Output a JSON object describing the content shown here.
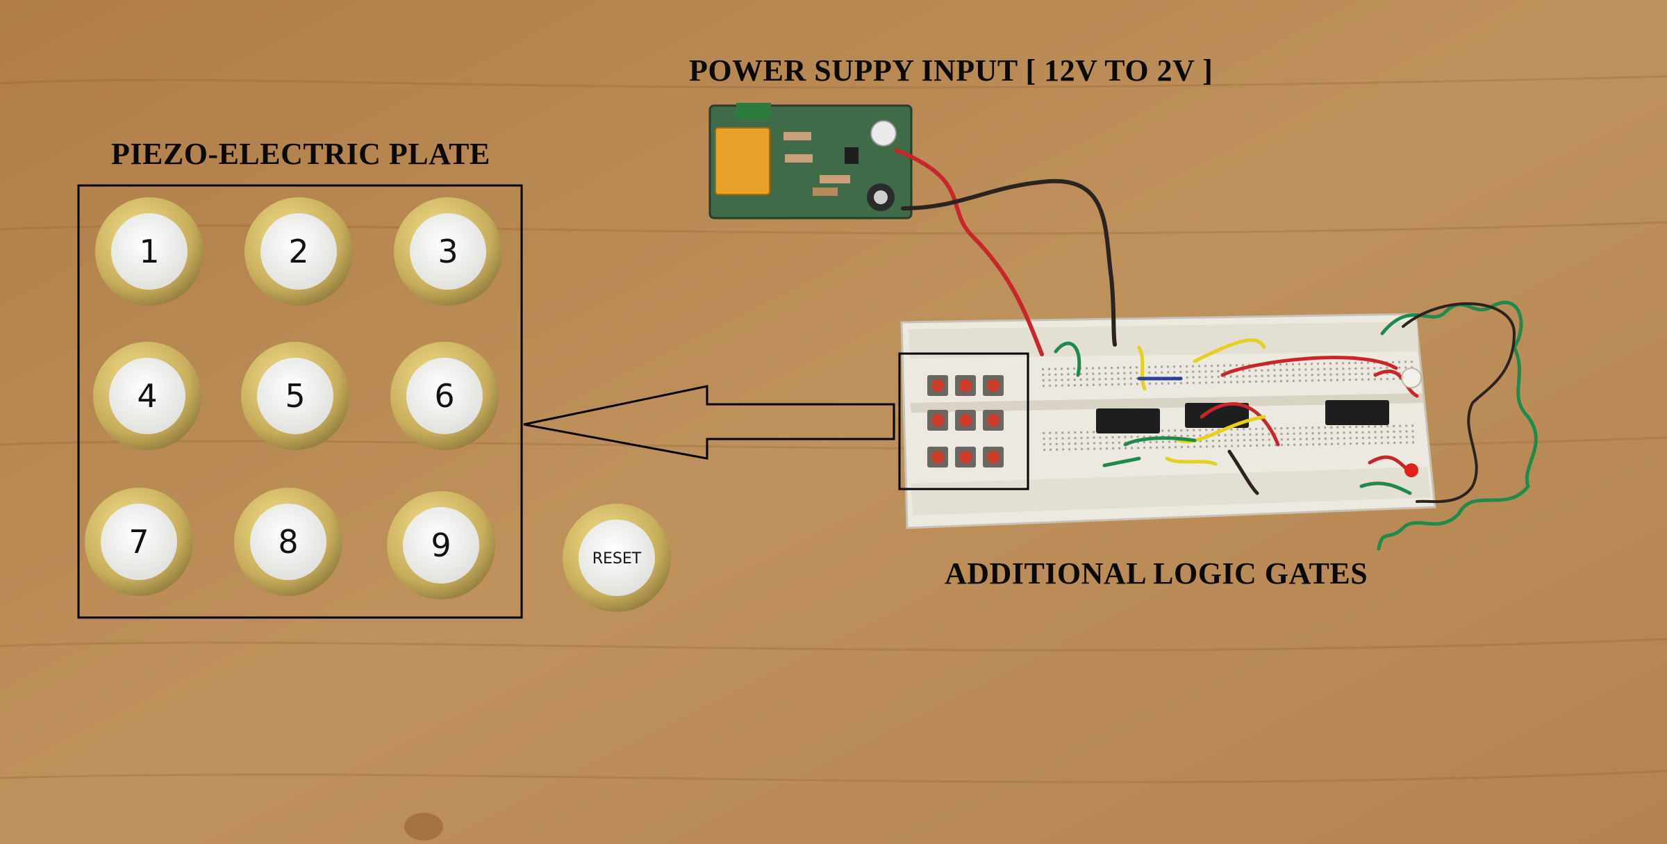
{
  "labels": {
    "power_supply": "POWER SUPPY INPUT [ 12V TO 2V ]",
    "piezo_plate": "PIEZO-ELECTRIC PLATE",
    "logic_gates": "ADDITIONAL LOGIC GATES"
  },
  "piezo_discs": [
    {
      "text": "1"
    },
    {
      "text": "2"
    },
    {
      "text": "3"
    },
    {
      "text": "4"
    },
    {
      "text": "5"
    },
    {
      "text": "6"
    },
    {
      "text": "7"
    },
    {
      "text": "8"
    },
    {
      "text": "9"
    }
  ],
  "reset_disc": {
    "text": "RESET"
  },
  "colors": {
    "wood": "#b98a55",
    "wood_dark": "#9c6d3c",
    "brass": "#c9b46a",
    "ceramic": "#f2f2f0",
    "pcb": "#3f6b48",
    "relay": "#e8a22a",
    "breadboard": "#ece9e0",
    "wire_red": "#c8262a",
    "wire_black": "#2b2320",
    "wire_green": "#1f8a4c",
    "wire_yellow": "#e6cf1e",
    "wire_blue": "#2a3f9a",
    "button_red": "#d03a2a",
    "ic_black": "#1e1e1e",
    "led_red": "#e0201a",
    "outline": "#000000"
  }
}
